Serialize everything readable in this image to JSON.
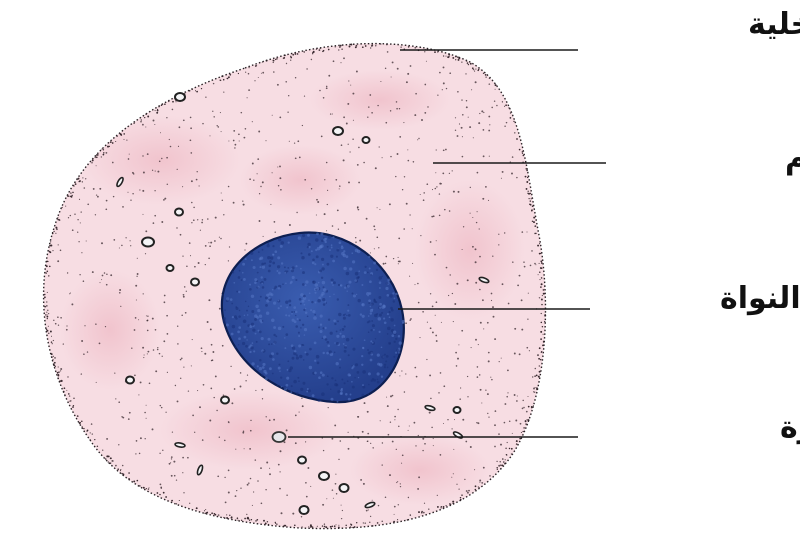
{
  "labels": {
    "membrane": "غشاء الخلية",
    "cytoplasm": "سيتوبلازم",
    "nucleus": "النواة",
    "vacuole": "فجوة صغيرة"
  },
  "colors": {
    "cytoplasm_fill": "#f7dde3",
    "cytoplasm_blush": "#f2c6cf",
    "membrane_stroke": "#2a2226",
    "nucleus_fill": "#2f4fa0",
    "nucleus_stroke": "#0d1f52",
    "stipple": "#3a2a30",
    "vacuole_fill": "#f4f4f6",
    "label": "#111111"
  }
}
